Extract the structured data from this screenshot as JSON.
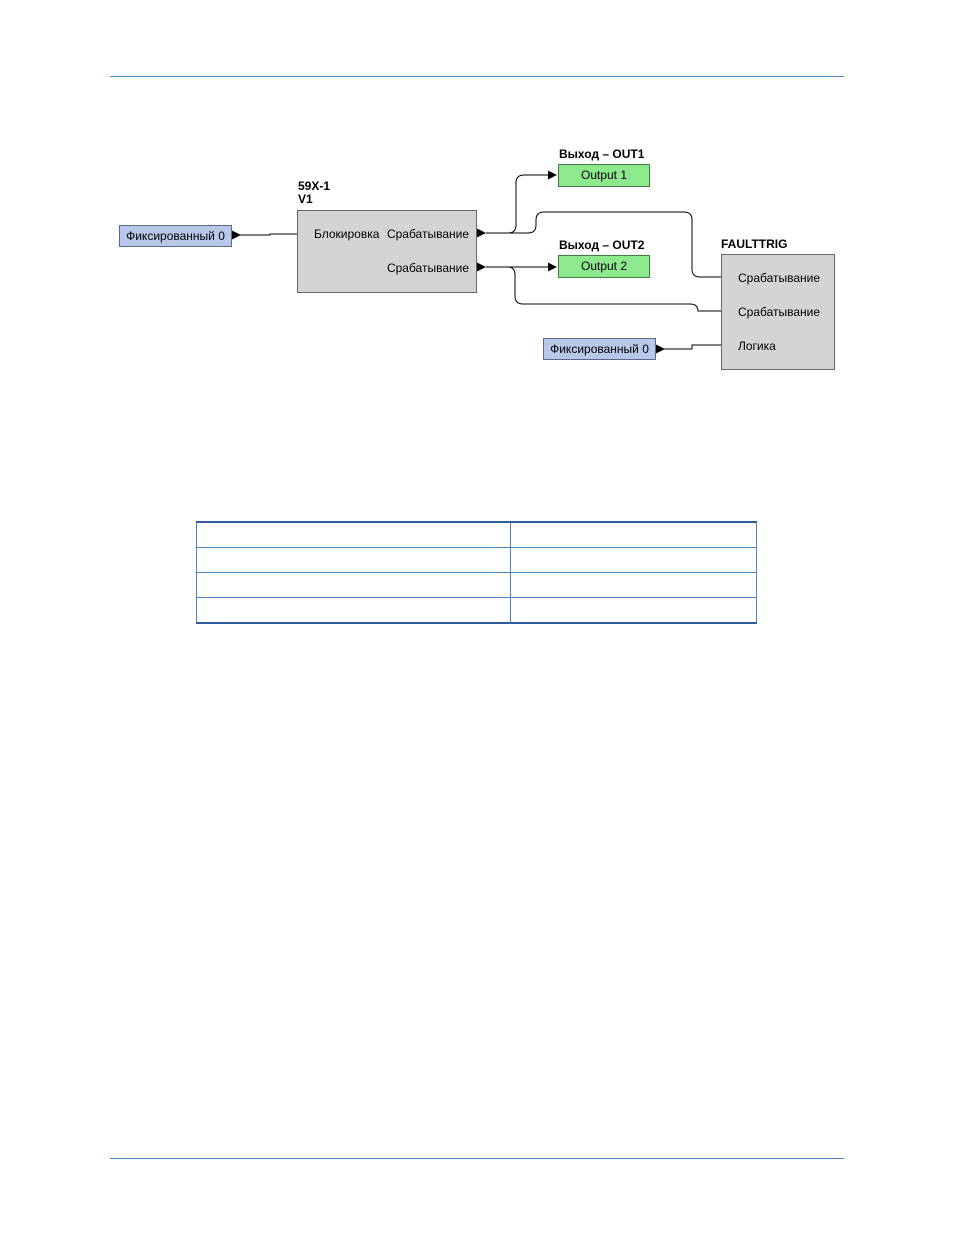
{
  "diagram": {
    "fixed_left": "Фиксированный 0",
    "fixed_right": "Фиксированный 0",
    "block_59x1": {
      "name": "59X-1",
      "sub": "V1",
      "input_label": "Блокировка",
      "output1_label": "Срабатывание",
      "output2_label": "Срабатывание"
    },
    "out1": {
      "header": "Выход – OUT1",
      "label": "Output 1"
    },
    "out2": {
      "header": "Выход – OUT2",
      "label": "Output 2"
    },
    "faulttrig": {
      "name": "FAULTTRIG",
      "input1": "Срабатывание",
      "input2": "Срабатывание",
      "input3": "Логика"
    }
  },
  "table": {
    "rows": [
      [
        "",
        ""
      ],
      [
        "",
        ""
      ],
      [
        "",
        ""
      ],
      [
        "",
        ""
      ]
    ]
  },
  "colors": {
    "rule": "#4f81bd",
    "fixed_fill": "#b8c8e8",
    "output_fill": "#8ee88e",
    "block_fill": "#d4d4d4"
  }
}
